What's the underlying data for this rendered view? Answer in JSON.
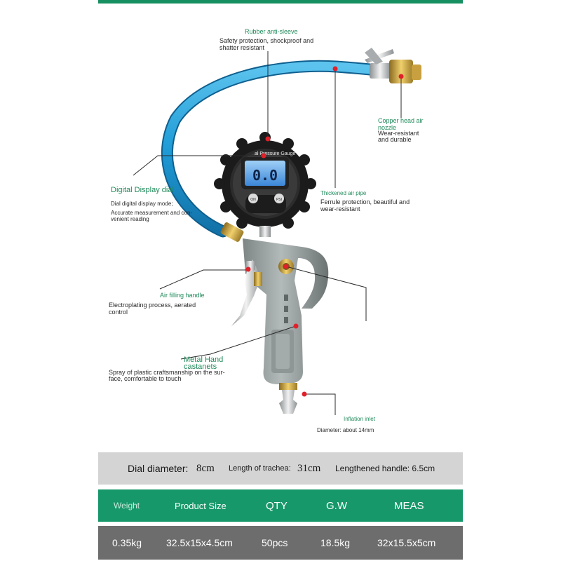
{
  "labels": {
    "rubber_title": "Rubber anti-sleeve",
    "rubber_desc": [
      "Safety protection, shockproof and",
      "shatter resistant"
    ],
    "copper_title": [
      "Copper head air",
      "nozzle"
    ],
    "copper_desc": [
      "Wear-resistant",
      "and durable"
    ],
    "digital_title": "Digital Display dial",
    "digital_desc": [
      "Dial digital display mode;",
      "Accurate measurement and con-",
      "venient reading"
    ],
    "pipe_title": "Thickened air pipe",
    "pipe_desc": [
      "Ferrule protection, beautiful and",
      "wear-resistant"
    ],
    "handle_title": "Air filling handle",
    "handle_desc": [
      "Electroplating process, aerated",
      "control"
    ],
    "metal_title": [
      "Metal Hand",
      "castanets"
    ],
    "metal_desc": [
      "Spray of plastic craftsmanship on the sur-",
      "face, comfortable to touch"
    ],
    "inlet_title": "Inflation inlet",
    "inlet_desc": "Diameter: about 14mm"
  },
  "gauge": {
    "reading": "0.0",
    "face_text": "al Pressure Gauge",
    "on_button": "ON",
    "unit_button": "PSI"
  },
  "specs": {
    "dial_label": "Dial diameter:",
    "dial_value": "8cm",
    "trachea_label": "Length of trachea:",
    "trachea_value": "31cm",
    "handle_label": "Lengthened handle: 6.5cm"
  },
  "table": {
    "headers": [
      "Weight",
      "Product Size",
      "QTY",
      "G.W",
      "MEAS"
    ],
    "row": [
      "0.35kg",
      "32.5x15x4.5cm",
      "50pcs",
      "18.5kg",
      "32x15.5x5cm"
    ]
  },
  "colors": {
    "accent_green": "#17986a",
    "hose_blue": "#1f9bd6",
    "callout_dot": "#e0202a"
  }
}
